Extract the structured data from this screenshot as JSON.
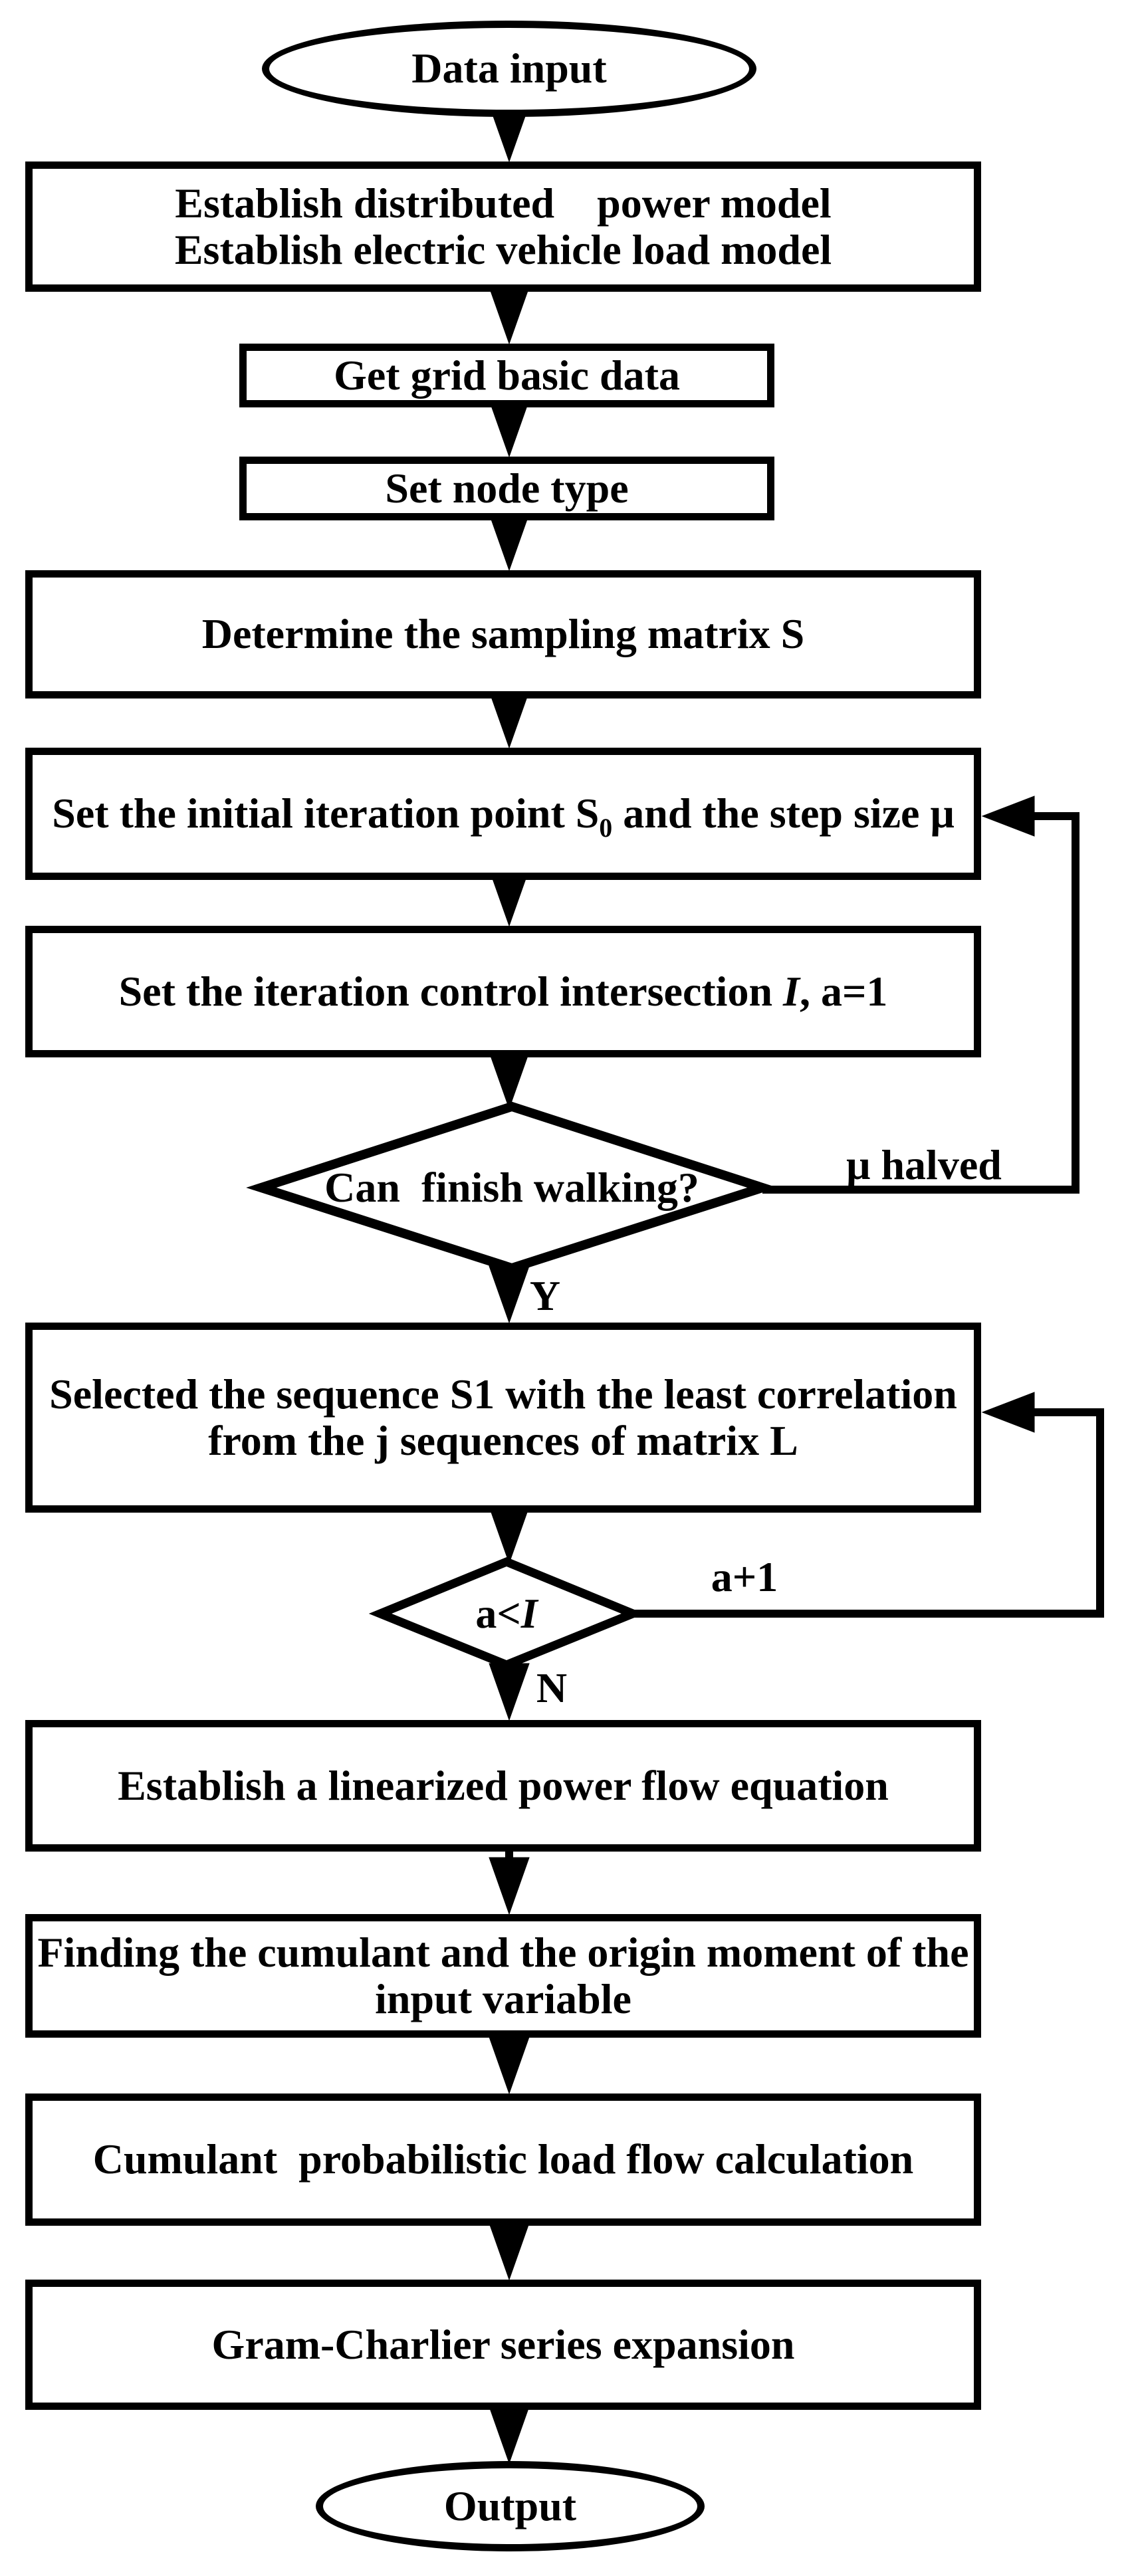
{
  "colors": {
    "ink": "#000000",
    "paper": "#ffffff"
  },
  "nodes": {
    "start": {
      "type": "terminator",
      "label": "Data input"
    },
    "models": {
      "type": "process",
      "lines": [
        "Establish distributed    power model",
        "Establish electric vehicle load model"
      ]
    },
    "grid_data": {
      "type": "process",
      "label": "Get grid basic data"
    },
    "node_type": {
      "type": "process",
      "label": "Set node type"
    },
    "sampling_matrix": {
      "type": "process",
      "label": "Determine the sampling matrix S"
    },
    "initial_point": {
      "type": "process",
      "label_parts": {
        "pre": "Set the initial iteration point S",
        "sub": "0",
        "post": " and the step size μ"
      }
    },
    "iteration_control": {
      "type": "process",
      "label_parts": {
        "pre": "Set the iteration control intersection ",
        "italic": "I",
        "post": ", a=1"
      }
    },
    "walk_decision": {
      "type": "decision",
      "label": "Can  finish walking?"
    },
    "selected_sequence": {
      "type": "process",
      "lines": [
        "Selected the sequence S1 with the least correlation",
        "from the j sequences of matrix L"
      ]
    },
    "counter_decision": {
      "type": "decision",
      "label_parts": {
        "pre": "a<",
        "italic": "I"
      }
    },
    "linear_equation": {
      "type": "process",
      "label": "Establish a linearized power flow equation"
    },
    "cumulant_moment": {
      "type": "process",
      "lines": [
        "Finding the cumulant and the origin moment of the",
        "input variable"
      ]
    },
    "load_flow": {
      "type": "process",
      "label": "Cumulant  probabilistic load flow calculation"
    },
    "gram_charlier": {
      "type": "process",
      "label": "Gram-Charlier series expansion"
    },
    "end": {
      "type": "terminator",
      "label": "Output"
    }
  },
  "edge_labels": {
    "walk_yes": "Y",
    "walk_feedback": "μ halved",
    "counter_no": "N",
    "counter_feedback": "a+1"
  }
}
